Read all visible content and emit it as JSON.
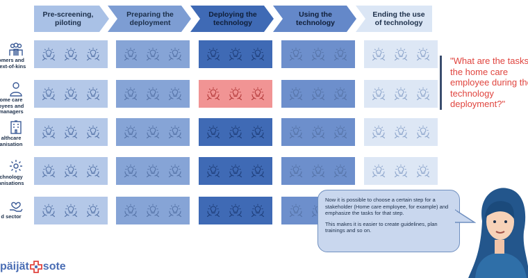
{
  "phases": [
    {
      "label": "Pre-screening, piloting",
      "color": "#a9c1e6",
      "text_color": "#1c2f4a"
    },
    {
      "label": "Preparing the deployment",
      "color": "#7d9dd3",
      "text_color": "#1c2f4a"
    },
    {
      "label": "Deploying the technology",
      "color": "#3f6ab5",
      "text_color": "#0f1e38"
    },
    {
      "label": "Using the technology",
      "color": "#6488c9",
      "text_color": "#0f1e38"
    },
    {
      "label": "Ending the use of technology",
      "color": "#dbe6f5",
      "text_color": "#1c2f4a"
    }
  ],
  "stakeholders": [
    {
      "label_lines": [
        "omers and",
        "next-of-kins"
      ],
      "icon": "people-group-icon"
    },
    {
      "label_lines": [
        "ome care",
        "oyees and",
        "managers"
      ],
      "icon": "person-icon"
    },
    {
      "label_lines": [
        "althcare",
        "anisation"
      ],
      "icon": "building-icon"
    },
    {
      "label_lines": [
        "chnology",
        "anisations"
      ],
      "icon": "gear-icon"
    },
    {
      "label_lines": [
        "d sector"
      ],
      "icon": "heart-hand-icon"
    }
  ],
  "cell_colors": [
    "#b4c8e8",
    "#86a4d6",
    "#3f6ab5",
    "#6d8fcc",
    "#dde7f5"
  ],
  "highlight_color": "#f19494",
  "highlight": {
    "row": 1,
    "col": 2
  },
  "quote": "\"What are the tasks for the home care employee during the technology deployment?\"",
  "speech": {
    "paragraph1": "Now it is possible to choose a certain step for a stakeholder (Home care employee, for example) and emphasize the tasks for that step.",
    "paragraph2": "This makes it is easier to create guidelines, plan trainings and so on."
  },
  "logo": {
    "left": "päijät",
    "right": "sote"
  }
}
